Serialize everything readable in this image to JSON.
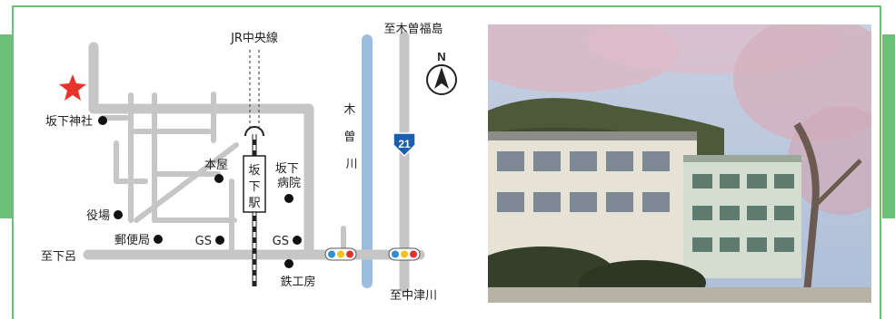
{
  "map": {
    "north": "N",
    "railway": "JR中央線",
    "river": "木曽川",
    "route_number": "21",
    "to_kisofukushima": "至木曽福島",
    "to_gero": "至下呂",
    "to_nakatsugawa": "至中津川",
    "station": "坂下駅",
    "landmarks": {
      "shrine": "坂下神社",
      "honya": "本屋",
      "hospital": "坂下病院",
      "town_office": "役場",
      "post_office": "郵便局",
      "gs_left": "GS",
      "gs_right": "GS",
      "ironworks": "鉄工房"
    },
    "colors": {
      "road": "#c6c6c6",
      "river": "#9dbde0",
      "star": "#e8342a",
      "frame": "#6cc07a",
      "route_sign": "#1a5fae"
    }
  },
  "photo": {
    "colors": {
      "sky": "#aebfd8",
      "blossom": "#d9b7c3",
      "building": "#e6e2d6",
      "trees": "#4d5a3a"
    }
  }
}
